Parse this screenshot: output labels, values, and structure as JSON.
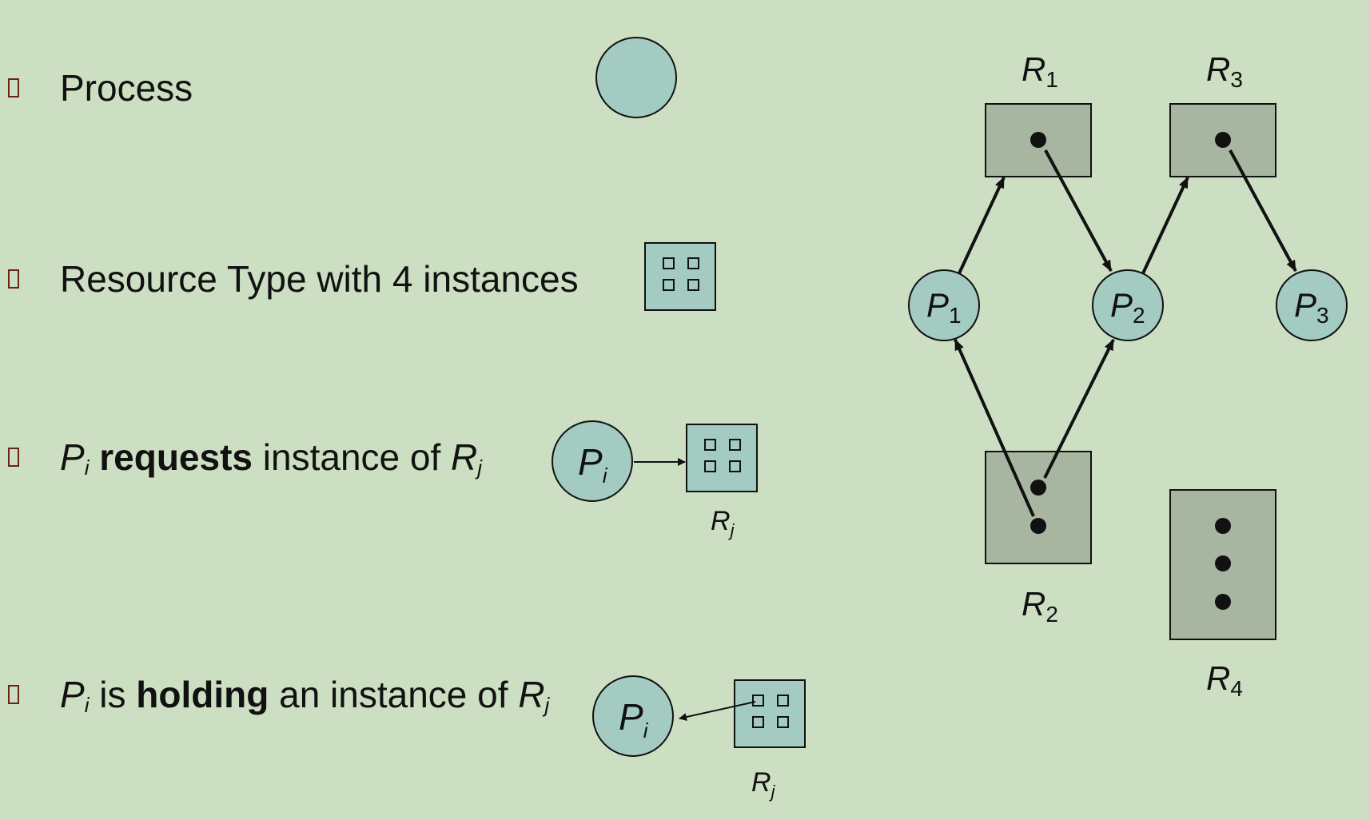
{
  "legend": {
    "rows": [
      {
        "text": "Process"
      },
      {
        "text": "Resource Type with 4 instances"
      },
      {
        "p": "P",
        "p_sub": "i",
        "bold": "requests",
        "rest": "instance of",
        "r": "R",
        "r_sub": "j"
      },
      {
        "p": "P",
        "p_sub": "i",
        "pre": "is",
        "bold": "holding",
        "rest": "an instance of",
        "r": "R",
        "r_sub": "j"
      }
    ],
    "icon_labels": {
      "proc_main": "P",
      "proc_sub": "i",
      "res_main": "R",
      "res_sub": "j"
    }
  },
  "graph": {
    "processes": [
      {
        "main": "P",
        "sub": "1"
      },
      {
        "main": "P",
        "sub": "2"
      },
      {
        "main": "P",
        "sub": "3"
      }
    ],
    "resources": [
      {
        "main": "R",
        "sub": "1"
      },
      {
        "main": "R",
        "sub": "2"
      },
      {
        "main": "R",
        "sub": "3"
      },
      {
        "main": "R",
        "sub": "4"
      }
    ]
  },
  "colors": {
    "background": "#cddfc2",
    "process_fill": "#a3cbc1",
    "resource_fill_graph": "#a8b5a0",
    "resource_fill_legend": "#a3cbc1",
    "bullet": "#6b2412"
  }
}
